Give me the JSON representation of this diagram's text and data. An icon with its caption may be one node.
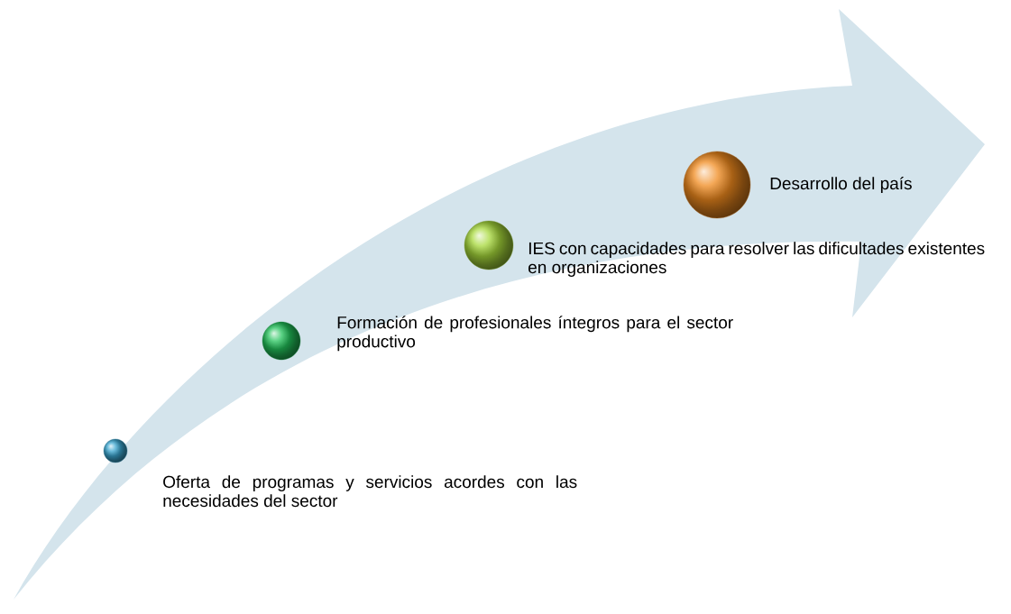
{
  "diagram": {
    "nodes": [
      {
        "text": [],
        "shape": "circle",
        "beside": [
          "Oferta de programas y servicios acordes con las necesidades del sector"
        ]
      },
      {
        "text": [],
        "shape": "circle",
        "beside": [
          "Formación de profesionales íntegros para el sector productivo"
        ]
      },
      {
        "text": [],
        "shape": "circle",
        "beside": [
          "IES con capacidades para resolver las dificultades existentes en organizaciones"
        ]
      },
      {
        "text": [],
        "shape": "circle",
        "beside": [
          "Desarrollo del país"
        ]
      }
    ]
  }
}
